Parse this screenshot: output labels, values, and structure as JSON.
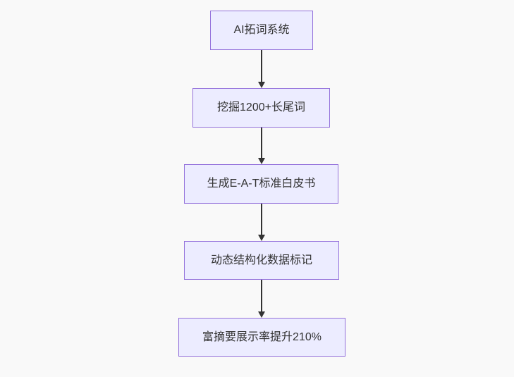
{
  "diagram": {
    "type": "flowchart",
    "direction": "top-down",
    "nodes": [
      {
        "label": "AI拓词系统"
      },
      {
        "label": "挖掘1200+长尾词"
      },
      {
        "label": "生成E-A-T标准白皮书"
      },
      {
        "label": "动态结构化数据标记"
      },
      {
        "label": "富摘要展示率提升210%"
      }
    ],
    "edges": [
      {
        "from": 1,
        "to": 2
      },
      {
        "from": 2,
        "to": 3
      },
      {
        "from": 3,
        "to": 4
      },
      {
        "from": 4,
        "to": 5
      }
    ],
    "colors": {
      "background": "#f9f9f9",
      "node_fill": "#ececff",
      "node_border": "#9370db",
      "text": "#333333",
      "arrow": "#333333"
    }
  }
}
